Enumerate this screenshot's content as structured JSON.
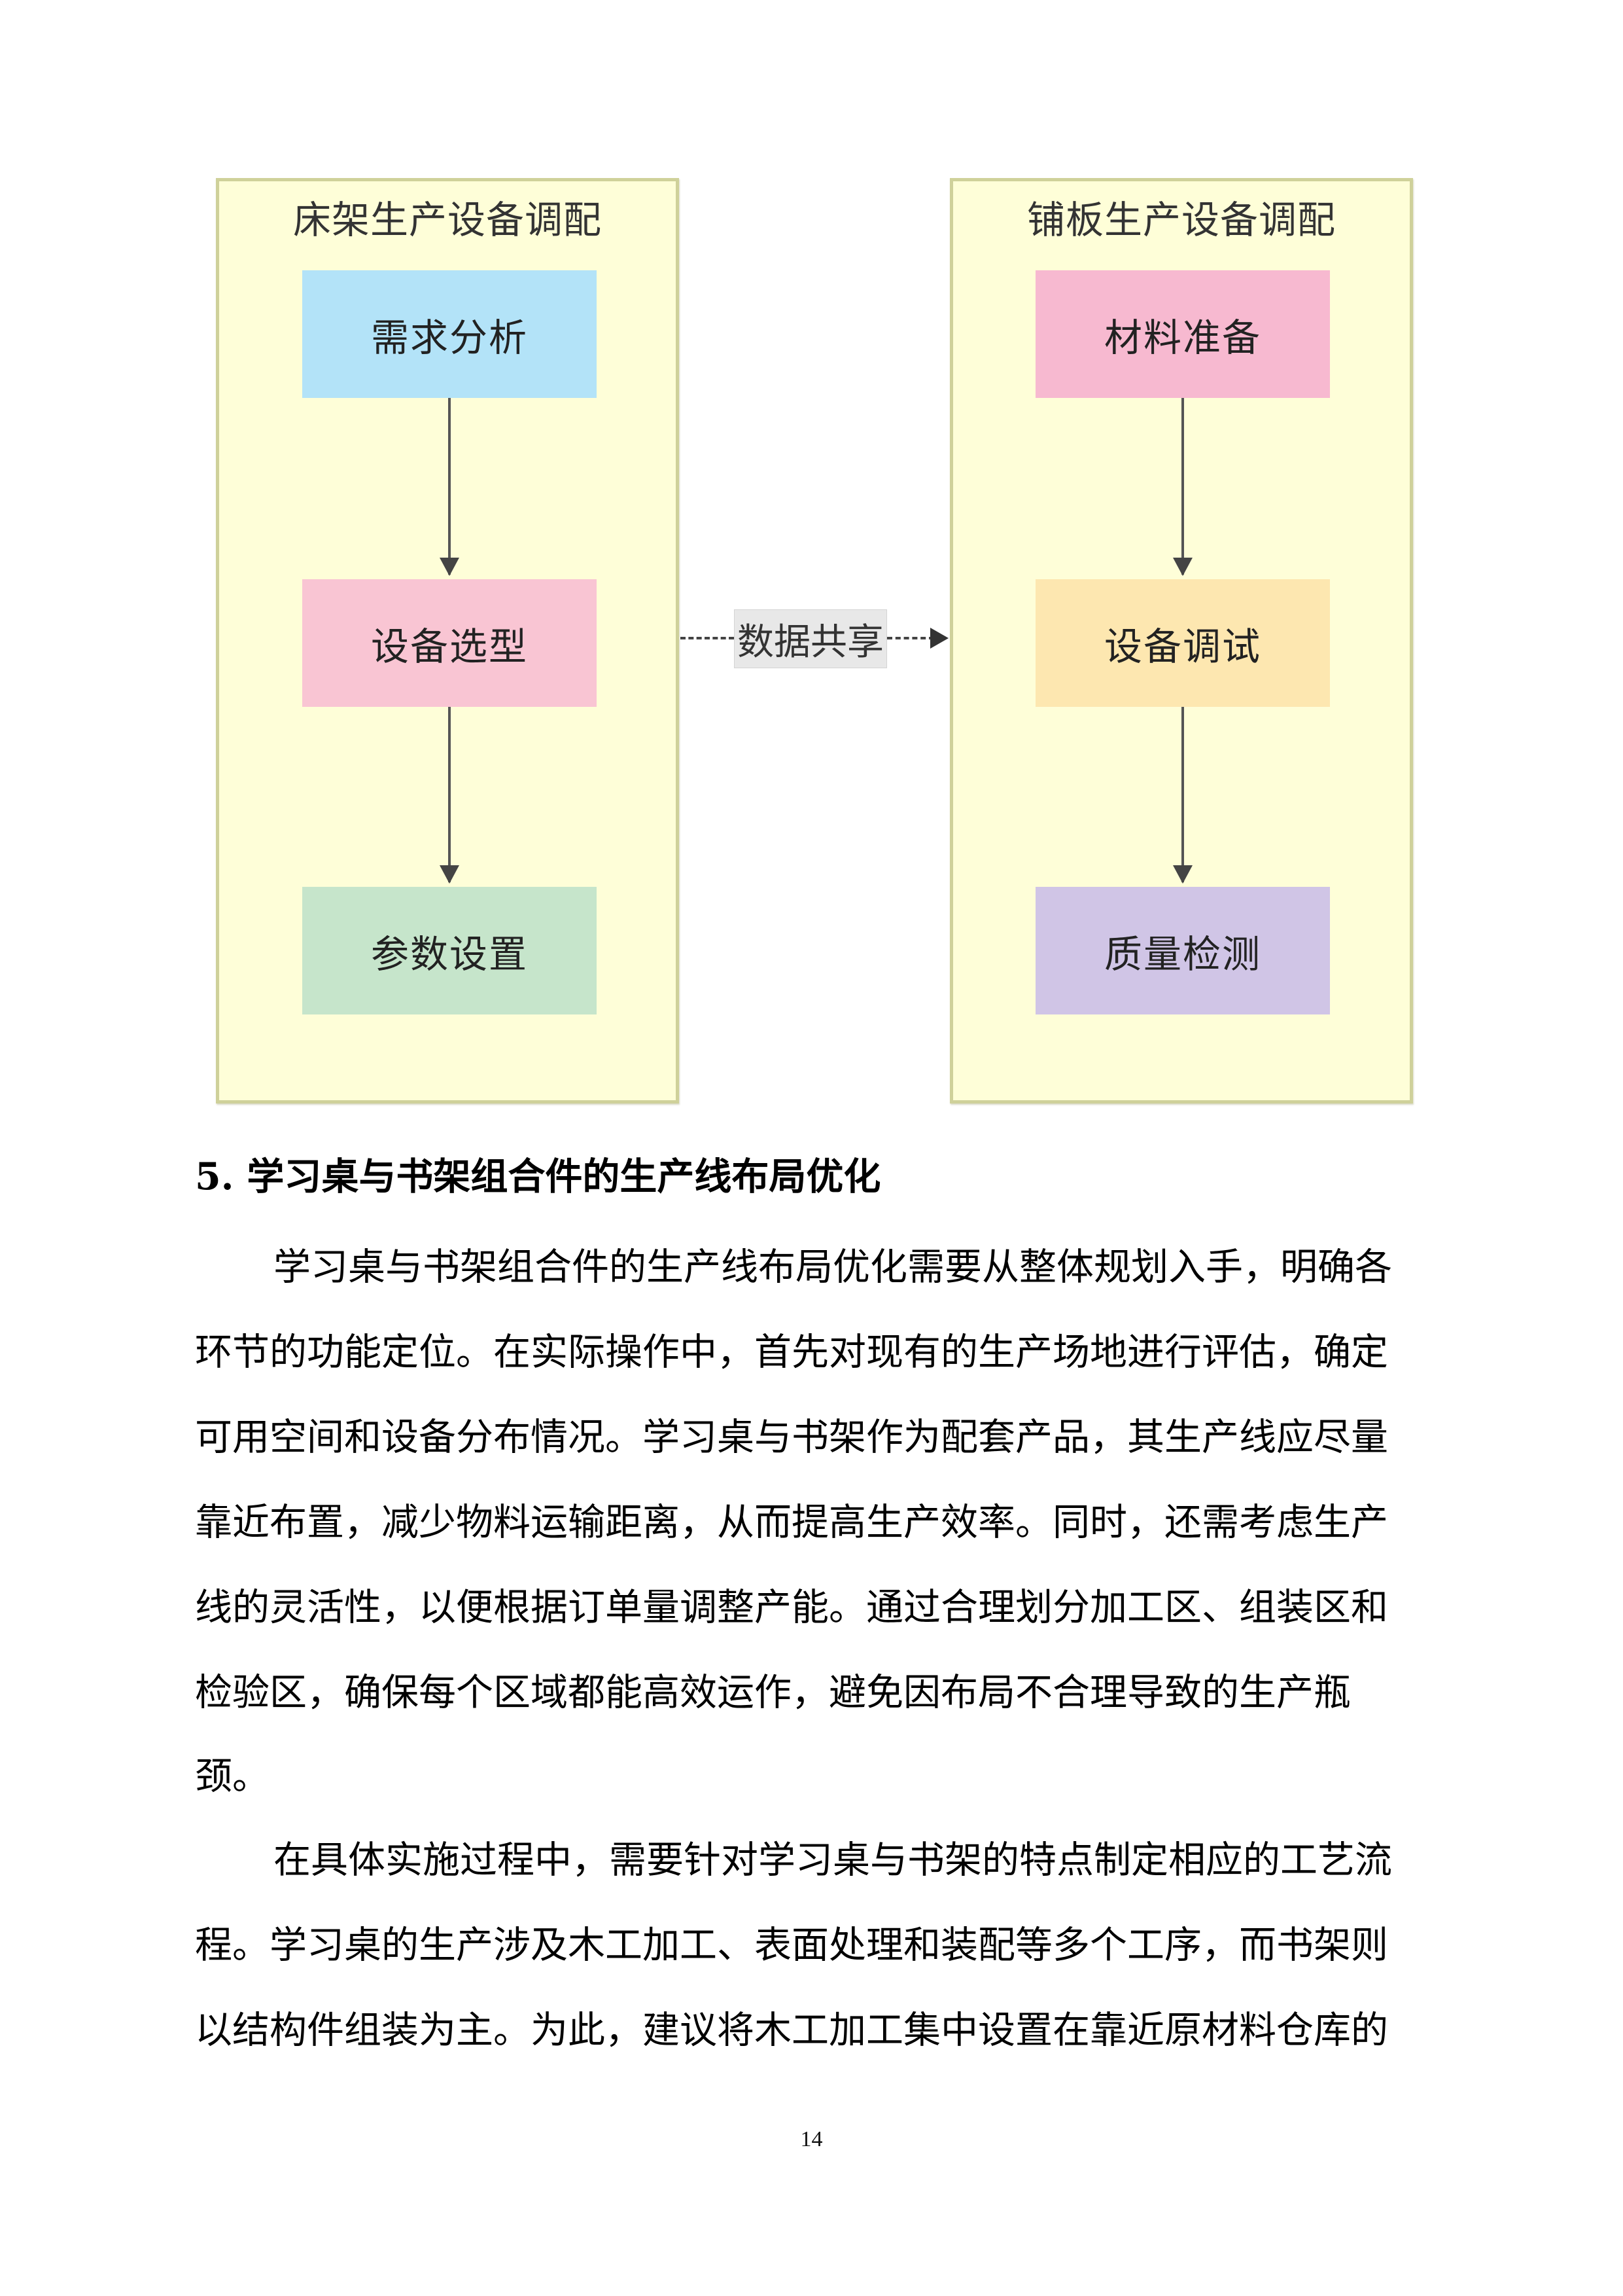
{
  "diagram": {
    "left_group": {
      "title": "床架生产设备调配",
      "nodes": [
        {
          "label": "需求分析",
          "color": "#b3e3f8"
        },
        {
          "label": "设备选型",
          "color": "#f9c5d3"
        },
        {
          "label": "参数设置",
          "color": "#c6e5cb"
        }
      ]
    },
    "right_group": {
      "title": "铺板生产设备调配",
      "nodes": [
        {
          "label": "材料准备",
          "color": "#f7b9d0"
        },
        {
          "label": "设备调试",
          "color": "#fde7b0"
        },
        {
          "label": "质量检测",
          "color": "#d0c5e6"
        }
      ]
    },
    "link_label": "数据共享",
    "container_color": "#fefed8",
    "container_border": "#cfd19a"
  },
  "section": {
    "heading": "5. 学习桌与书架组合件的生产线布局优化",
    "paragraphs": [
      {
        "lines": [
          "学习桌与书架组合件的生产线布局优化需要从整体规划入手，明确各",
          "环节的功能定位。在实际操作中，首先对现有的生产场地进行评估，确定",
          "可用空间和设备分布情况。学习桌与书架作为配套产品，其生产线应尽量",
          "靠近布置，减少物料运输距离，从而提高生产效率。同时，还需考虑生产",
          "线的灵活性，以便根据订单量调整产能。通过合理划分加工区、组装区和",
          "检验区，确保每个区域都能高效运作，避免因布局不合理导致的生产瓶",
          "颈。"
        ]
      },
      {
        "lines": [
          "在具体实施过程中，需要针对学习桌与书架的特点制定相应的工艺流",
          "程。学习桌的生产涉及木工加工、表面处理和装配等多个工序，而书架则",
          "以结构件组装为主。为此，建议将木工加工集中设置在靠近原材料仓库的"
        ]
      }
    ]
  },
  "footer": {
    "page_number": "14"
  }
}
